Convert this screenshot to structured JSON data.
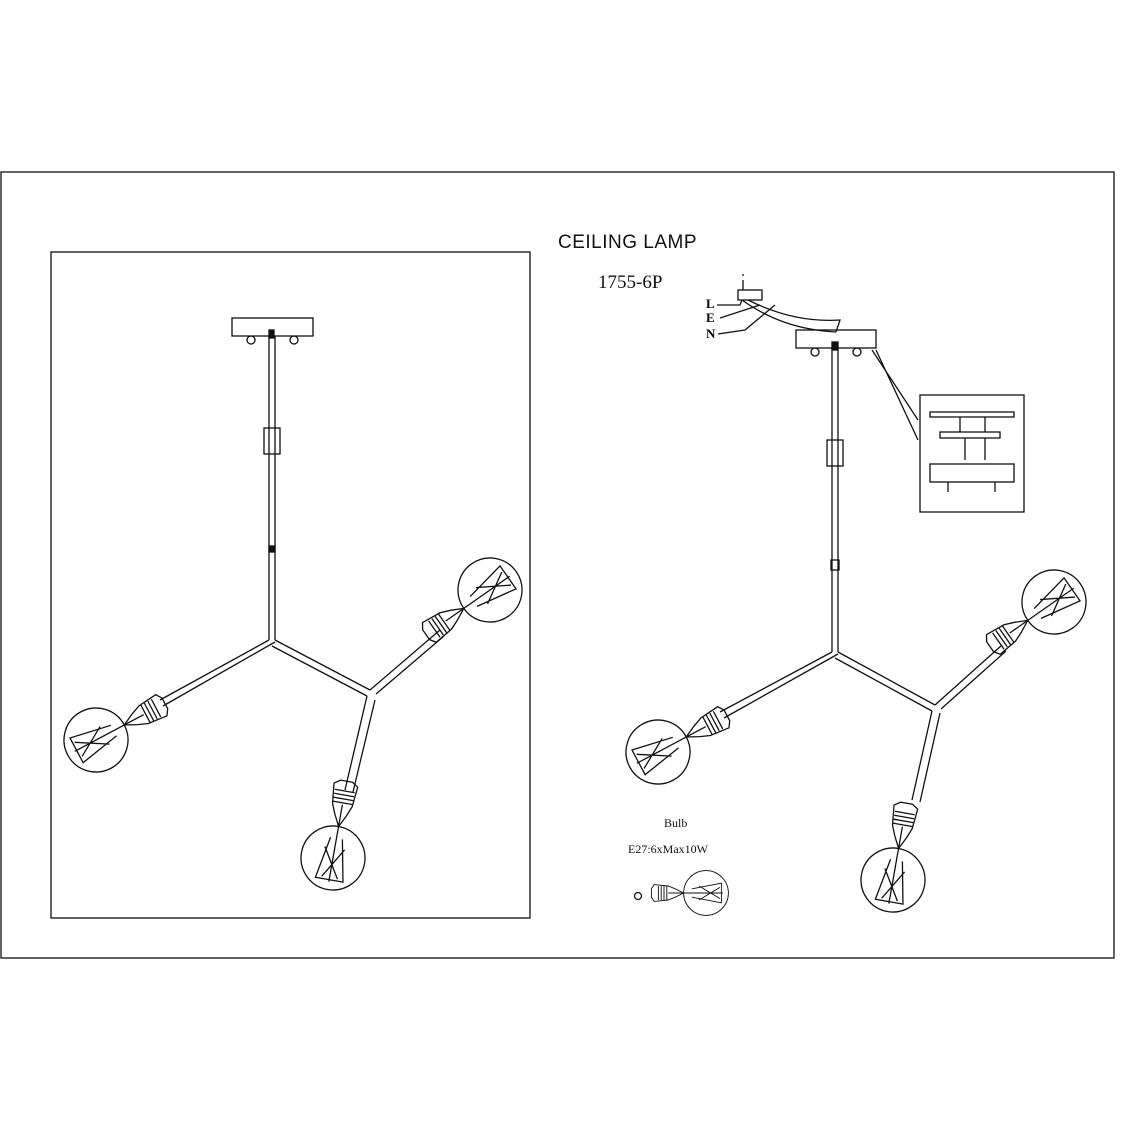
{
  "title": "CEILING LAMP",
  "model": "1755-6P",
  "wiring": {
    "live": "L",
    "earth": "E",
    "neutral": "N"
  },
  "bulb": {
    "label": "Bulb",
    "spec": "E27:6xMax10W"
  }
}
